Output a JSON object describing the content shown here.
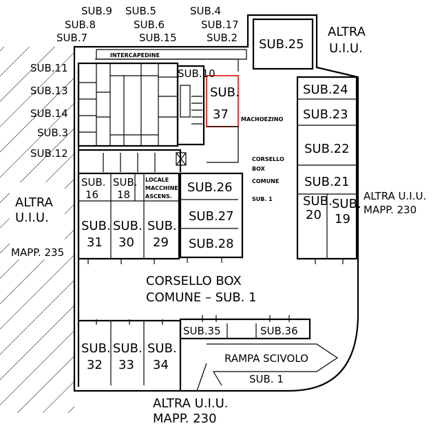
{
  "labels": {
    "sub9": "SUB.9",
    "sub5": "SUB.5",
    "sub4": "SUB.4",
    "sub8": "SUB.8",
    "sub6": "SUB.6",
    "sub17": "SUB.17",
    "sub7": "SUB.7",
    "sub15": "SUB.15",
    "sub2": "SUB.2",
    "sub25": "SUB.25",
    "altra_uiu_top_1": "ALTRA",
    "altra_uiu_top_2": "U.I.U.",
    "intercapedine": "INTERCAPEDINE",
    "sub11": "SUB.11",
    "sub13": "SUB.13",
    "sub14": "SUB.14",
    "sub3": "SUB.3",
    "sub12": "SUB.12",
    "sub10": "SUB.10",
    "sub37_a": "SUB.",
    "sub37_b": "37",
    "vano_tecnico": "MACHOEZINO",
    "sub24": "SUB.24",
    "sub23": "SUB.23",
    "sub22": "SUB.22",
    "sub21": "SUB.21",
    "corsello_small_1": "CORSELLO",
    "corsello_small_2": "BOX",
    "corsello_small_3": "COMUNE",
    "corsello_small_4": "SUB. 1",
    "sub16_a": "SUB.",
    "sub16_b": "16",
    "sub18_a": "SUB.",
    "sub18_b": "18",
    "locale_1": "LOCALE",
    "locale_2": "MACCHINE",
    "locale_3": "ASCENS.",
    "sub26": "SUB.26",
    "sub27": "SUB.27",
    "sub28": "SUB.28",
    "sub31_a": "SUB.",
    "sub31_b": "31",
    "sub30_a": "SUB.",
    "sub30_b": "30",
    "sub29_a": "SUB.",
    "sub29_b": "29",
    "sub20_a": "SUB.",
    "sub20_b": "20",
    "sub19_a": "SUB.",
    "sub19_b": "19",
    "altra_left_1": "ALTRA",
    "altra_left_2": "U.I.U.",
    "altra_left_3": "MAPP. 235",
    "altra_right_1": "ALTRA U.I.U.",
    "altra_right_2": "MAPP. 230",
    "corsello_main_1": "CORSELLO BOX",
    "corsello_main_2": "COMUNE  –  SUB. 1",
    "sub35": "SUB.35",
    "sub36": "SUB.36",
    "sub32_a": "SUB.",
    "sub32_b": "32",
    "sub33_a": "SUB.",
    "sub33_b": "33",
    "sub34_a": "SUB.",
    "sub34_b": "34",
    "rampa_1": "RAMPA SCIVOLO",
    "rampa_2": "SUB. 1",
    "altra_bottom_1": "ALTRA U.I.U.",
    "altra_bottom_2": "MAPP. 230"
  },
  "colors": {
    "ink": "#000000",
    "highlight": "#e53935",
    "paper": "#ffffff"
  }
}
